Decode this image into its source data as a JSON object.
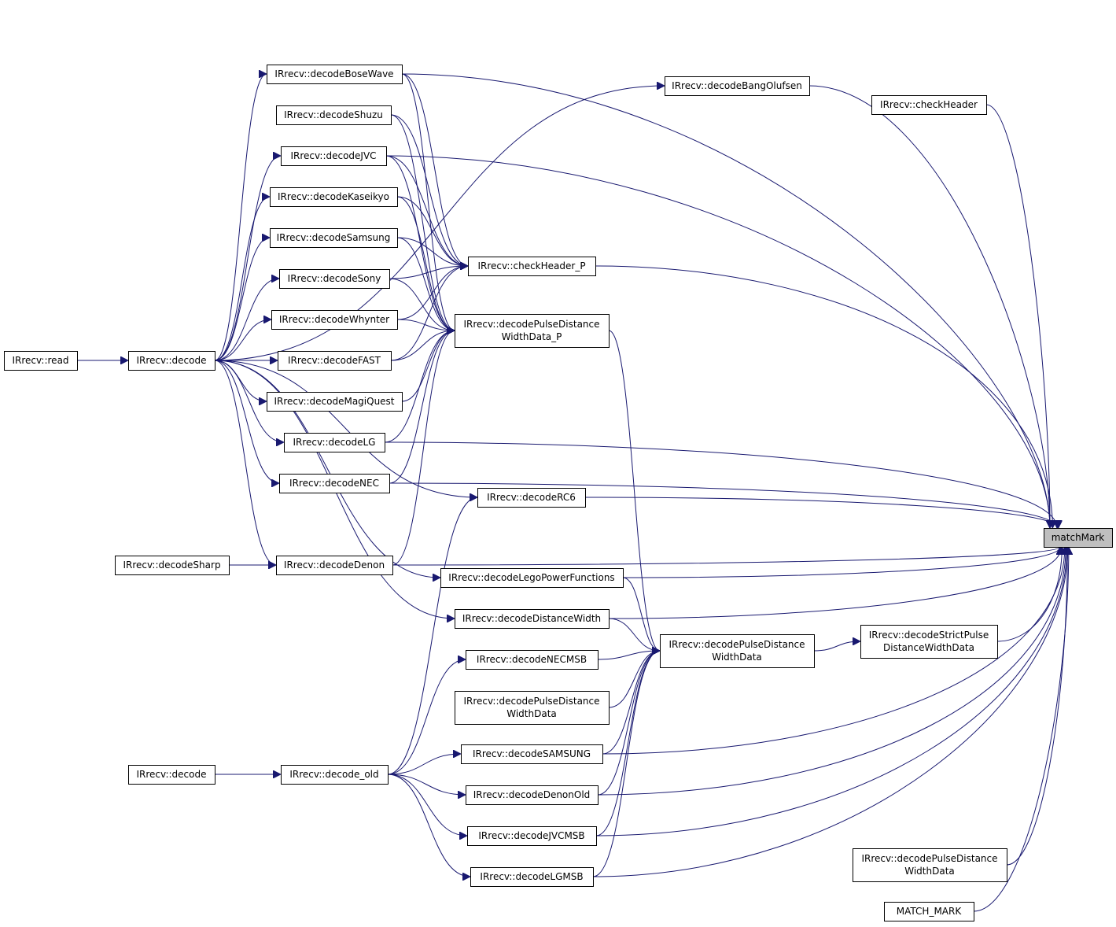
{
  "nodes": {
    "read": {
      "label": [
        "IRrecv::read"
      ],
      "focus": false
    },
    "decode": {
      "label": [
        "IRrecv::decode"
      ],
      "focus": false
    },
    "decode2": {
      "label": [
        "IRrecv::decode"
      ],
      "focus": false
    },
    "decodeSharp": {
      "label": [
        "IRrecv::decodeSharp"
      ],
      "focus": false
    },
    "decodeBoseWave": {
      "label": [
        "IRrecv::decodeBoseWave"
      ],
      "focus": false
    },
    "decodeShuzu": {
      "label": [
        "IRrecv::decodeShuzu"
      ],
      "focus": false
    },
    "decodeJVC": {
      "label": [
        "IRrecv::decodeJVC"
      ],
      "focus": false
    },
    "decodeKaseikyo": {
      "label": [
        "IRrecv::decodeKaseikyo"
      ],
      "focus": false
    },
    "decodeSamsung": {
      "label": [
        "IRrecv::decodeSamsung"
      ],
      "focus": false
    },
    "decodeSony": {
      "label": [
        "IRrecv::decodeSony"
      ],
      "focus": false
    },
    "decodeWhynter": {
      "label": [
        "IRrecv::decodeWhynter"
      ],
      "focus": false
    },
    "decodeFAST": {
      "label": [
        "IRrecv::decodeFAST"
      ],
      "focus": false
    },
    "decodeMagiQuest": {
      "label": [
        "IRrecv::decodeMagiQuest"
      ],
      "focus": false
    },
    "decodeLG": {
      "label": [
        "IRrecv::decodeLG"
      ],
      "focus": false
    },
    "decodeNEC": {
      "label": [
        "IRrecv::decodeNEC"
      ],
      "focus": false
    },
    "decodeDenon": {
      "label": [
        "IRrecv::decodeDenon"
      ],
      "focus": false
    },
    "decodeRC6": {
      "label": [
        "IRrecv::decodeRC6"
      ],
      "focus": false
    },
    "decodeLegoPowerFunctions": {
      "label": [
        "IRrecv::decodeLegoPowerFunctions"
      ],
      "focus": false
    },
    "decodeDistanceWidth": {
      "label": [
        "IRrecv::decodeDistanceWidth"
      ],
      "focus": false
    },
    "decodeNECMSB": {
      "label": [
        "IRrecv::decodeNECMSB"
      ],
      "focus": false
    },
    "decodePDWD_orphan": {
      "label": [
        "IRrecv::decodePulseDistance",
        "WidthData"
      ],
      "focus": false
    },
    "decodeSAMSUNG": {
      "label": [
        "IRrecv::decodeSAMSUNG"
      ],
      "focus": false
    },
    "decode_old": {
      "label": [
        "IRrecv::decode_old"
      ],
      "focus": false
    },
    "decodeDenonOld": {
      "label": [
        "IRrecv::decodeDenonOld"
      ],
      "focus": false
    },
    "decodeJVCMSB": {
      "label": [
        "IRrecv::decodeJVCMSB"
      ],
      "focus": false
    },
    "decodeLGMSB": {
      "label": [
        "IRrecv::decodeLGMSB"
      ],
      "focus": false
    },
    "checkHeader_P": {
      "label": [
        "IRrecv::checkHeader_P"
      ],
      "focus": false
    },
    "decodePDWD_P": {
      "label": [
        "IRrecv::decodePulseDistance",
        "WidthData_P"
      ],
      "focus": false
    },
    "decodeBangOlufsen": {
      "label": [
        "IRrecv::decodeBangOlufsen"
      ],
      "focus": false
    },
    "checkHeader": {
      "label": [
        "IRrecv::checkHeader"
      ],
      "focus": false
    },
    "decodePDWD_main": {
      "label": [
        "IRrecv::decodePulseDistance",
        "WidthData"
      ],
      "focus": false
    },
    "decodeStrictPDWD": {
      "label": [
        "IRrecv::decodeStrictPulse",
        "DistanceWidthData"
      ],
      "focus": false
    },
    "decodePDWD_right": {
      "label": [
        "IRrecv::decodePulseDistance",
        "WidthData"
      ],
      "focus": false
    },
    "MATCH_MARK": {
      "label": [
        "MATCH_MARK"
      ],
      "focus": false
    },
    "matchMark": {
      "label": [
        "matchMark"
      ],
      "focus": true
    }
  },
  "edges": [
    [
      "read",
      "decode"
    ],
    [
      "decode",
      "decodeBoseWave"
    ],
    [
      "decode",
      "decodeJVC"
    ],
    [
      "decode",
      "decodeKaseikyo"
    ],
    [
      "decode",
      "decodeSamsung"
    ],
    [
      "decode",
      "decodeSony"
    ],
    [
      "decode",
      "decodeWhynter"
    ],
    [
      "decode",
      "decodeFAST"
    ],
    [
      "decode",
      "decodeMagiQuest"
    ],
    [
      "decode",
      "decodeLG"
    ],
    [
      "decode",
      "decodeNEC"
    ],
    [
      "decode",
      "decodeDenon"
    ],
    [
      "decode",
      "decodeRC6"
    ],
    [
      "decode",
      "decodeLegoPowerFunctions"
    ],
    [
      "decode",
      "decodeDistanceWidth"
    ],
    [
      "decode",
      "decodeBangOlufsen"
    ],
    [
      "decodeSharp",
      "decodeDenon"
    ],
    [
      "decode2",
      "decode_old"
    ],
    [
      "decode_old",
      "decodeRC6"
    ],
    [
      "decode_old",
      "decodeNECMSB"
    ],
    [
      "decode_old",
      "decodeSAMSUNG"
    ],
    [
      "decode_old",
      "decodeDenonOld"
    ],
    [
      "decode_old",
      "decodeJVCMSB"
    ],
    [
      "decode_old",
      "decodeLGMSB"
    ],
    [
      "decodeBoseWave",
      "checkHeader_P"
    ],
    [
      "decodeBoseWave",
      "decodePDWD_P"
    ],
    [
      "decodeShuzu",
      "checkHeader_P"
    ],
    [
      "decodeShuzu",
      "decodePDWD_P"
    ],
    [
      "decodeJVC",
      "checkHeader_P"
    ],
    [
      "decodeJVC",
      "decodePDWD_P"
    ],
    [
      "decodeKaseikyo",
      "checkHeader_P"
    ],
    [
      "decodeKaseikyo",
      "decodePDWD_P"
    ],
    [
      "decodeSamsung",
      "checkHeader_P"
    ],
    [
      "decodeSamsung",
      "decodePDWD_P"
    ],
    [
      "decodeSony",
      "checkHeader_P"
    ],
    [
      "decodeSony",
      "decodePDWD_P"
    ],
    [
      "decodeWhynter",
      "checkHeader_P"
    ],
    [
      "decodeWhynter",
      "decodePDWD_P"
    ],
    [
      "decodeFAST",
      "checkHeader_P"
    ],
    [
      "decodeFAST",
      "decodePDWD_P"
    ],
    [
      "decodeMagiQuest",
      "decodePDWD_P"
    ],
    [
      "decodeLG",
      "decodePDWD_P"
    ],
    [
      "decodeNEC",
      "decodePDWD_P"
    ],
    [
      "decodeDenon",
      "decodePDWD_P"
    ],
    [
      "decodePDWD_P",
      "decodePDWD_main"
    ],
    [
      "decodeLegoPowerFunctions",
      "decodePDWD_main"
    ],
    [
      "decodeDistanceWidth",
      "decodePDWD_main"
    ],
    [
      "decodeNECMSB",
      "decodePDWD_main"
    ],
    [
      "decodePDWD_orphan",
      "decodePDWD_main"
    ],
    [
      "decodeSAMSUNG",
      "decodePDWD_main"
    ],
    [
      "decodeDenonOld",
      "decodePDWD_main"
    ],
    [
      "decodeJVCMSB",
      "decodePDWD_main"
    ],
    [
      "decodeLGMSB",
      "decodePDWD_main"
    ],
    [
      "decodePDWD_main",
      "decodeStrictPDWD"
    ],
    [
      "decodeBoseWave",
      "matchMark"
    ],
    [
      "decodeBangOlufsen",
      "matchMark"
    ],
    [
      "checkHeader",
      "matchMark"
    ],
    [
      "decodeJVC",
      "matchMark"
    ],
    [
      "checkHeader_P",
      "matchMark"
    ],
    [
      "decodeLG",
      "matchMark"
    ],
    [
      "decodeNEC",
      "matchMark"
    ],
    [
      "decodeRC6",
      "matchMark"
    ],
    [
      "decodeDenon",
      "matchMark"
    ],
    [
      "decodeLegoPowerFunctions",
      "matchMark"
    ],
    [
      "decodeStrictPDWD",
      "matchMark"
    ],
    [
      "decodeDistanceWidth",
      "matchMark"
    ],
    [
      "decodeSAMSUNG",
      "matchMark"
    ],
    [
      "decodeDenonOld",
      "matchMark"
    ],
    [
      "decodeJVCMSB",
      "matchMark"
    ],
    [
      "decodePDWD_right",
      "matchMark"
    ],
    [
      "decodeLGMSB",
      "matchMark"
    ],
    [
      "MATCH_MARK",
      "matchMark"
    ]
  ]
}
